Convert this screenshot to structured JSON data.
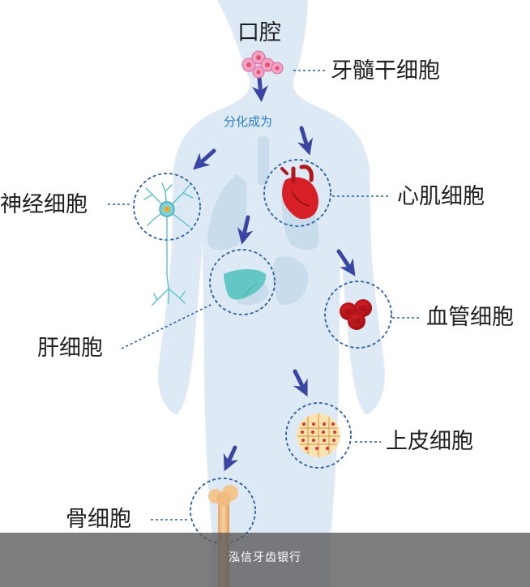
{
  "labels": {
    "mouth": "口腔",
    "stem_cell": "牙髓干细胞",
    "differentiate": "分化成为",
    "nerve_cell": "神经细胞",
    "cardiac_cell": "心肌细胞",
    "liver_cell": "肝细胞",
    "vascular_cell": "血管细胞",
    "epithelial_cell": "上皮细胞",
    "bone_cell": "骨细胞"
  },
  "footer": {
    "text": "泓信牙齿银行"
  },
  "icons": {
    "stem_cluster": "stem-cell-cluster-icon",
    "neuron": "neuron-icon",
    "heart": "heart-icon",
    "liver": "liver-icon",
    "red_blood_cells": "red-blood-cells-icon",
    "epithelium": "epithelial-tissue-icon",
    "bone": "bone-icon",
    "arrow": "arrow-icon"
  },
  "colors": {
    "body_silhouette": "#dde9f4",
    "organs": "#c9dcec",
    "arrow": "#3b46a3",
    "dashed_line": "#2b5fa8",
    "label_text": "#1f1f1f",
    "accent_text": "#2a7fc0",
    "footer_bg": "#585858",
    "footer_text": "#ffffff"
  }
}
